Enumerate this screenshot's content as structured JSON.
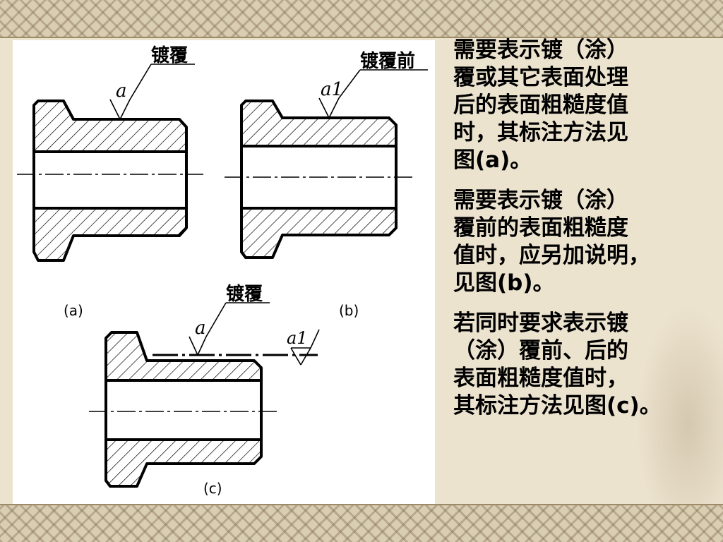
{
  "figure": {
    "a": {
      "caption": "(a)",
      "annotation": "镀覆",
      "symbol": "a"
    },
    "b": {
      "caption": "(b)",
      "annotation": "镀覆前",
      "symbol": "a1"
    },
    "c": {
      "caption": "(c)",
      "annotation": "镀覆",
      "symbol_main": "a",
      "symbol_secondary": "a1"
    }
  },
  "text": {
    "para1": "需要表示镀（涂）\n覆或其它表面处理\n后的表面粗糙度值\n时，其标注方法见\n图(a)。",
    "para2": "需要表示镀（涂）\n覆前的表面粗糙度\n值时，应另加说明，\n见图(b)。",
    "para3": "若同时要求表示镀\n（涂）覆前、后的\n表面粗糙度值时，\n其标注方法见图(c)。"
  }
}
